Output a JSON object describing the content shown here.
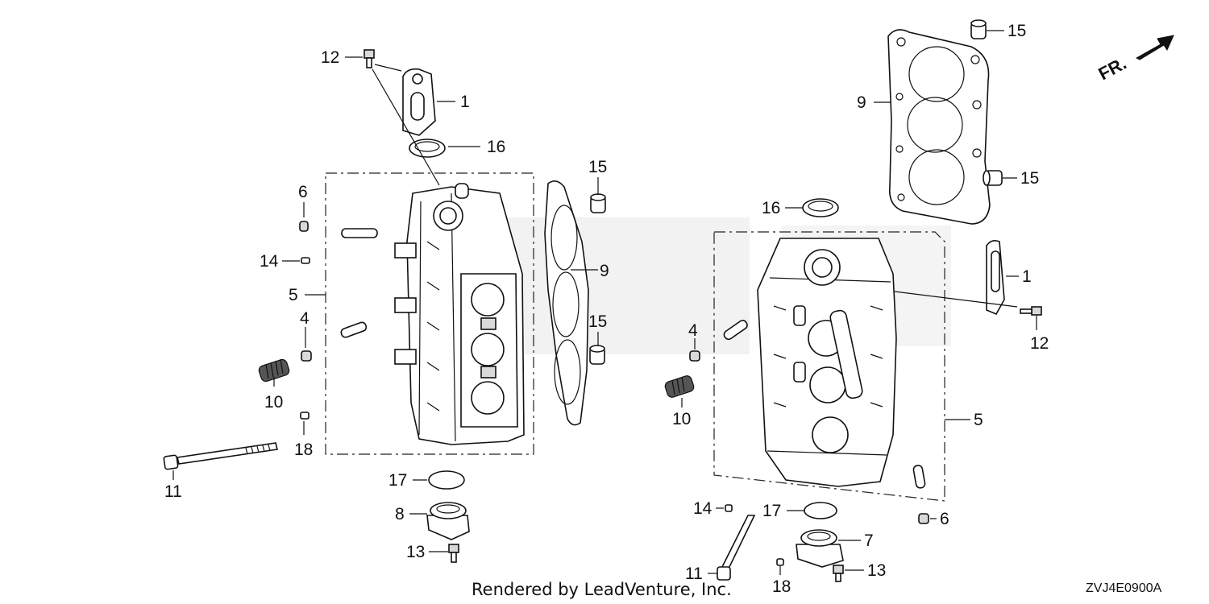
{
  "callouts": {
    "c1a": "1",
    "c1b": "1",
    "c4a": "4",
    "c4b": "4",
    "c5a": "5",
    "c5b": "5",
    "c6a": "6",
    "c6b": "6",
    "c7": "7",
    "c8": "8",
    "c9a": "9",
    "c9b": "9",
    "c10a": "10",
    "c10b": "10",
    "c11a": "11",
    "c11b": "11",
    "c12a": "12",
    "c12b": "12",
    "c13a": "13",
    "c13b": "13",
    "c14a": "14",
    "c14b": "14",
    "c15a": "15",
    "c15b": "15",
    "c15c": "15",
    "c15d": "15",
    "c16a": "16",
    "c16b": "16",
    "c17a": "17",
    "c17b": "17",
    "c18a": "18",
    "c18b": "18"
  },
  "direction_label": "FR.",
  "footer": "Rendered by LeadVenture, Inc.",
  "diagram_code": "ZVJ4E0900A"
}
